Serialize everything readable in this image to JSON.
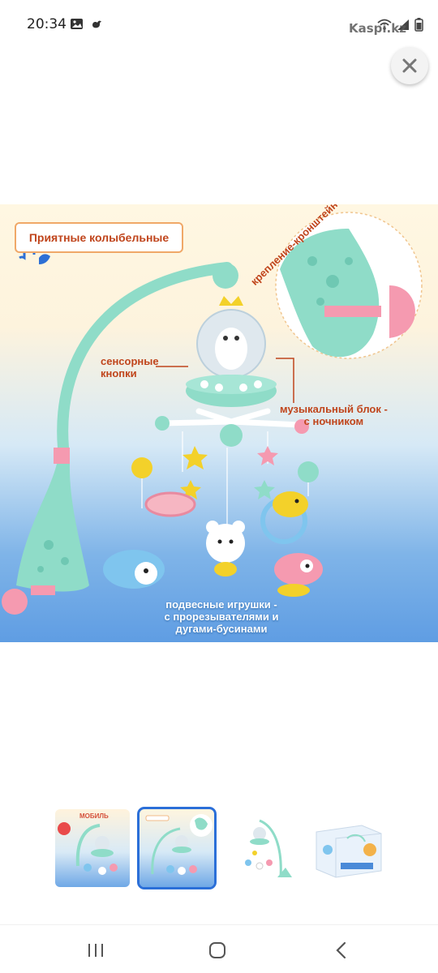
{
  "status_bar": {
    "time": "20:34",
    "icons": [
      "image-icon",
      "bird-icon",
      "wifi-icon",
      "signal-icon",
      "battery-icon"
    ]
  },
  "watermark": "Kaspi.kz",
  "close_button": {
    "icon": "close-icon",
    "symbol": "✕"
  },
  "main_image": {
    "label_lullabies": "Приятные колыбельные",
    "label_touch_buttons": "сенсорные\nкнопки",
    "label_bracket": "крепление-кронштейн",
    "label_music_unit": "музыкальный блок -\nс ночником",
    "label_hanging_toys": "подвесные игрушки -\nс прорезывателями и\nдугами-бусинами"
  },
  "thumbnails": [
    {
      "label": "МОБИЛЬ",
      "selected": false
    },
    {
      "label": "",
      "selected": true
    },
    {
      "label": "",
      "selected": false
    },
    {
      "label": "",
      "selected": false
    }
  ],
  "nav_bar": {
    "recents": "recents-icon",
    "home": "home-icon",
    "back": "back-icon"
  },
  "colors": {
    "accent_text": "#c0451c",
    "mint": "#7fd6c2",
    "selected_border": "#2b6fd8"
  }
}
